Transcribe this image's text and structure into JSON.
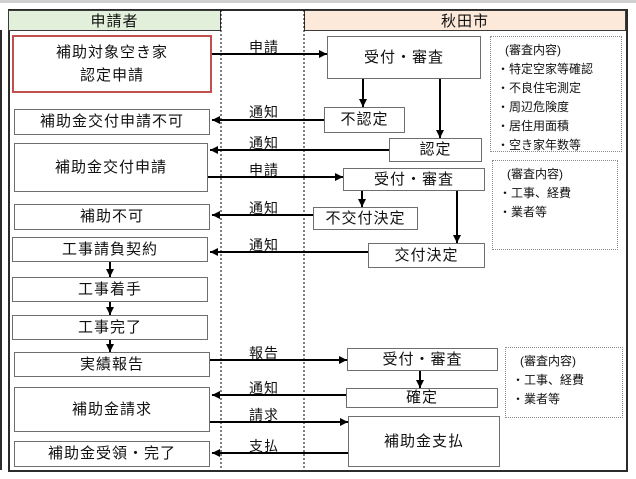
{
  "headers": {
    "applicant": "申請者",
    "city": "秋田市"
  },
  "applicant_flow": [
    {
      "label": "補助対象空き家\n認定申請",
      "highlight": true
    },
    {
      "label": "補助金交付申請不可"
    },
    {
      "label": "補助金交付申請"
    },
    {
      "label": "補助不可"
    },
    {
      "label": "工事請負契約"
    },
    {
      "label": "工事着手"
    },
    {
      "label": "工事完了"
    },
    {
      "label": "実績報告"
    },
    {
      "label": "補助金請求"
    },
    {
      "label": "補助金受領・完了"
    }
  ],
  "city_flow": [
    {
      "label": "受付・審査"
    },
    {
      "label": "不認定"
    },
    {
      "label": "認定"
    },
    {
      "label": "受付・審査"
    },
    {
      "label": "不交付決定"
    },
    {
      "label": "交付決定"
    },
    {
      "label": "受付・審査"
    },
    {
      "label": "確定"
    },
    {
      "label": "補助金支払"
    }
  ],
  "arrow_labels": [
    "申請",
    "通知",
    "通知",
    "申請",
    "通知",
    "通知",
    "報告",
    "通知",
    "請求",
    "支払"
  ],
  "notes": [
    {
      "title": "(審査内容)",
      "items": [
        "・特定空家等確認",
        "・不良住宅測定",
        "・周辺危険度",
        "・居住用面積",
        "・空き家年数等"
      ]
    },
    {
      "title": "(審査内容)",
      "items": [
        "・工事、経費",
        "・業者等"
      ]
    },
    {
      "title": "(審査内容)",
      "items": [
        "・工事、経費",
        "・業者等"
      ]
    }
  ],
  "colors": {
    "applicant_header_bg": "#e2efda",
    "city_header_bg": "#fde9d9",
    "highlight_border": "#c0504d",
    "box_border": "#6e6e6e",
    "arrow": "#000000"
  }
}
